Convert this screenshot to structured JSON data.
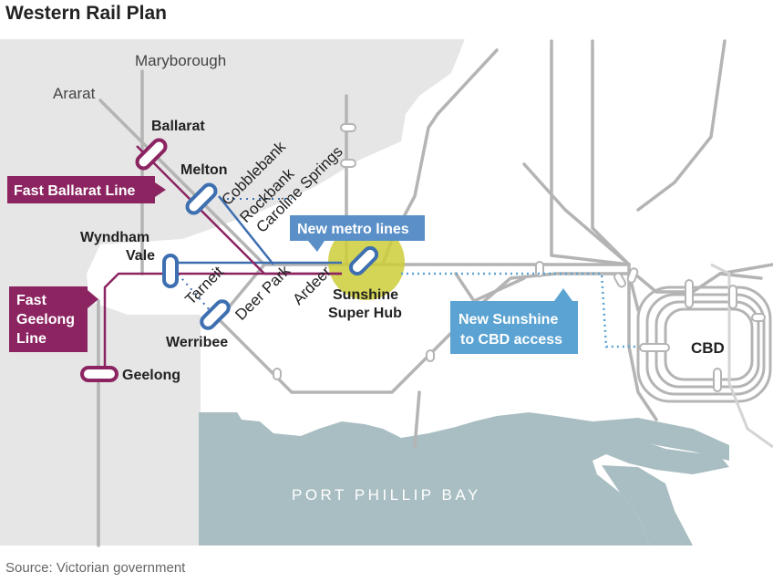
{
  "title": "Western Rail Plan",
  "source": "Source: Victorian government",
  "places": {
    "maryborough": "Maryborough",
    "ararat": "Ararat",
    "ballarat": "Ballarat",
    "melton": "Melton",
    "cobblebank": "Cobblebank",
    "rockbank": "Rockbank",
    "caroline_springs": "Caroline Springs",
    "wyndham_vale": [
      "Wyndham",
      "Vale"
    ],
    "tarneit": "Tarneit",
    "deer_park": "Deer Park",
    "ardeer": "Ardeer",
    "sunshine": [
      "Sunshine",
      "Super Hub"
    ],
    "werribee": "Werribee",
    "geelong": "Geelong",
    "cbd": "CBD",
    "bay": "PORT PHILLIP BAY"
  },
  "callouts": {
    "fast_ballarat": "Fast Ballarat Line",
    "fast_geelong": [
      "Fast",
      "Geelong",
      "Line"
    ],
    "new_metro": "New metro lines",
    "new_sunshine": [
      "New Sunshine",
      "to CBD access"
    ]
  },
  "colors": {
    "land_grey": "#e6e6e6",
    "water": "#a9bec2",
    "rail_grey": "#b4b4b4",
    "fast_line": "#8b2461",
    "metro_blue": "#3e6fb0",
    "light_blue": "#5aa3d2",
    "hub": "#cdcd3a"
  }
}
